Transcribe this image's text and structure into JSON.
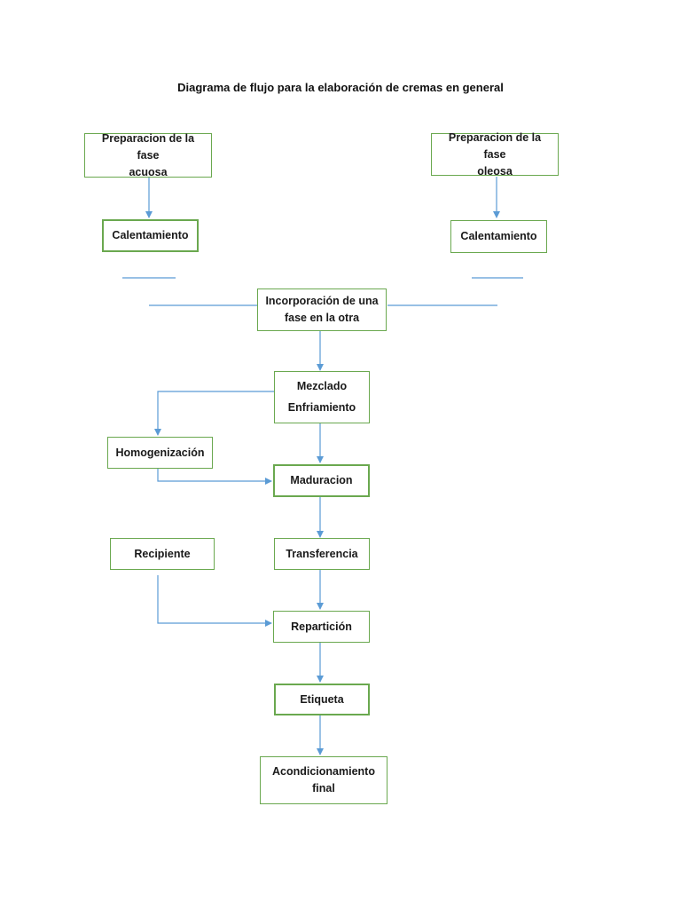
{
  "title": "Diagrama de flujo para la elaboración de cremas en general",
  "nodes": {
    "fase_acuosa": "Preparacion de la fase\nacuosa",
    "fase_oleosa": "Preparacion de la fase\noleosa",
    "calentamiento_izq": "Calentamiento",
    "calentamiento_der": "Calentamiento",
    "incorporacion": "Incorporación de una\nfase en la otra",
    "mezclado": "Mezclado",
    "enfriamiento": "Enfriamiento",
    "homogenizacion": "Homogenización",
    "maduracion": "Maduracion",
    "recipiente": "Recipiente",
    "transferencia": "Transferencia",
    "reparticion": "Repartición",
    "etiqueta": "Etiqueta",
    "acondicionamiento": "Acondicionamiento\nfinal"
  },
  "colors": {
    "box_border": "#6aa84f",
    "connector": "#5b9bd5"
  }
}
